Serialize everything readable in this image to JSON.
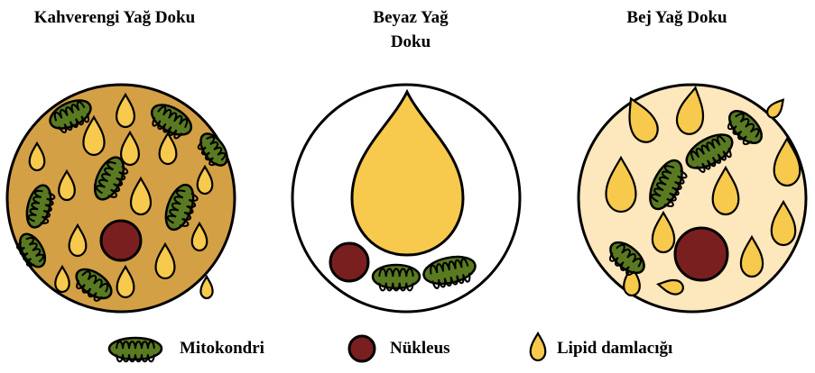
{
  "titles": {
    "brown": "Kahverengi Yağ Doku",
    "white": "Beyaz Yağ Doku",
    "beige": "Bej Yağ Doku"
  },
  "legend": {
    "mitochondria": "Mitokondri",
    "nucleus": "Nükleus",
    "lipid": "Lipid damlacığı"
  },
  "colors": {
    "brown_fill": "#d3a045",
    "white_fill": "#ffffff",
    "beige_fill": "#fde7bd",
    "lipid": "#f7c94c",
    "nucleus": "#7a1f1f",
    "mito": "#5a7a22",
    "outline": "#000000"
  }
}
